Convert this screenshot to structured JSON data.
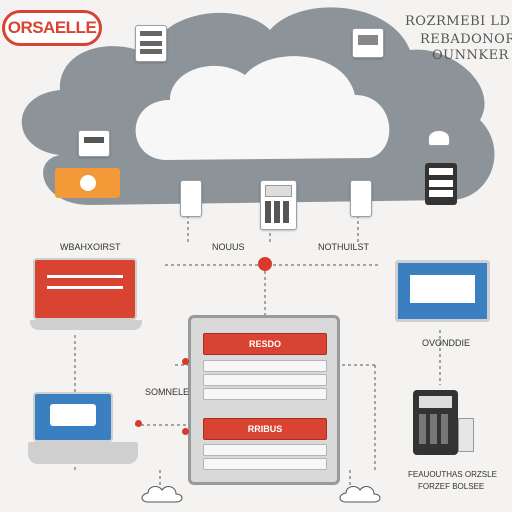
{
  "header": {
    "logo_text": "ORSAELLE",
    "title_lines": [
      "ROZRMEBI LD",
      "REBADONOR",
      "OUNNKER"
    ]
  },
  "labels": {
    "left_network": "WBAHXOIRST",
    "center_left": "NOUUS",
    "center_right": "NOTHUILST",
    "right_monitor": "OVONDDIE",
    "rack_top": "RESDO",
    "rack_bottom": "RRIBUS",
    "left_laptop": "SOMNELE",
    "bottom_right_line1": "FEAUOUTHAS ORZSLE",
    "bottom_right_line2": "FORZEF BOLSEE"
  },
  "colors": {
    "accent": "#d94432",
    "cloud": "#8c9399",
    "orange": "#f29a37"
  },
  "icons": {
    "cloud_devices": [
      "server-icon",
      "printer-icon",
      "router-icon",
      "hub-icon",
      "switch-icon",
      "keypad-icon",
      "module-icon",
      "server-stack-icon",
      "monitor-icon"
    ],
    "bottom": [
      "laptop-icon",
      "rack-server-icon",
      "workstation-icon"
    ]
  }
}
